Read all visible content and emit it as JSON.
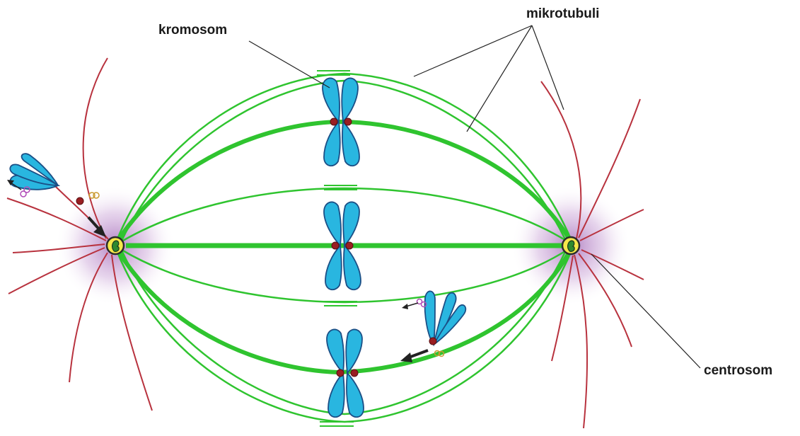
{
  "labels": {
    "kromosom": "kromosom",
    "mikrotubuli": "mikrotubuli",
    "centrosom": "centrosom"
  },
  "colors": {
    "microtubule": "#2fc42f",
    "astral_fiber": "#b8323e",
    "chromosome": "#29b6e0",
    "chromosome_outline": "#1b4f86",
    "kinetochore": "#9a1e22",
    "centrosome_fill": "#f6e84a",
    "halo": "#a46bb8",
    "leader_line": "#222222",
    "arrow": "#222222"
  },
  "icons": [
    "chromosome-icon",
    "centrosome-icon",
    "arrow-icon"
  ]
}
